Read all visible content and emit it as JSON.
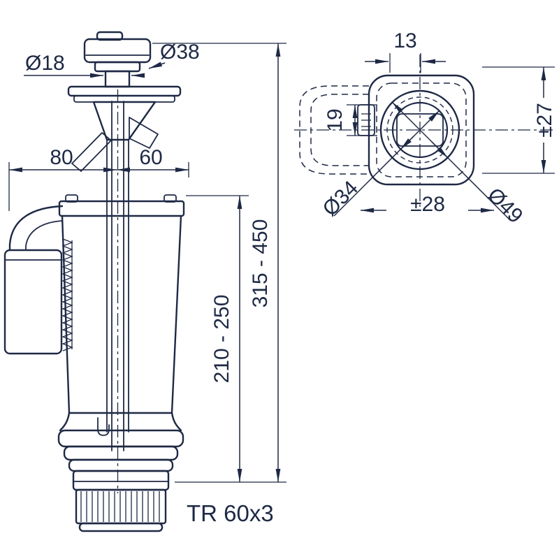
{
  "colors": {
    "background": "#ffffff",
    "ink": "#1e2945"
  },
  "labels": {
    "dia18": "Ø18",
    "dia38": "Ø38",
    "dim80": "80",
    "dim60": "60",
    "range_body": "210 - 250",
    "range_total": "315 - 450",
    "thread": "TR 60x3",
    "dim13": "13",
    "dim19": "19",
    "pm27": "±27",
    "dia34": "Ø34",
    "dia49": "Ø49",
    "pm28": "±28"
  }
}
